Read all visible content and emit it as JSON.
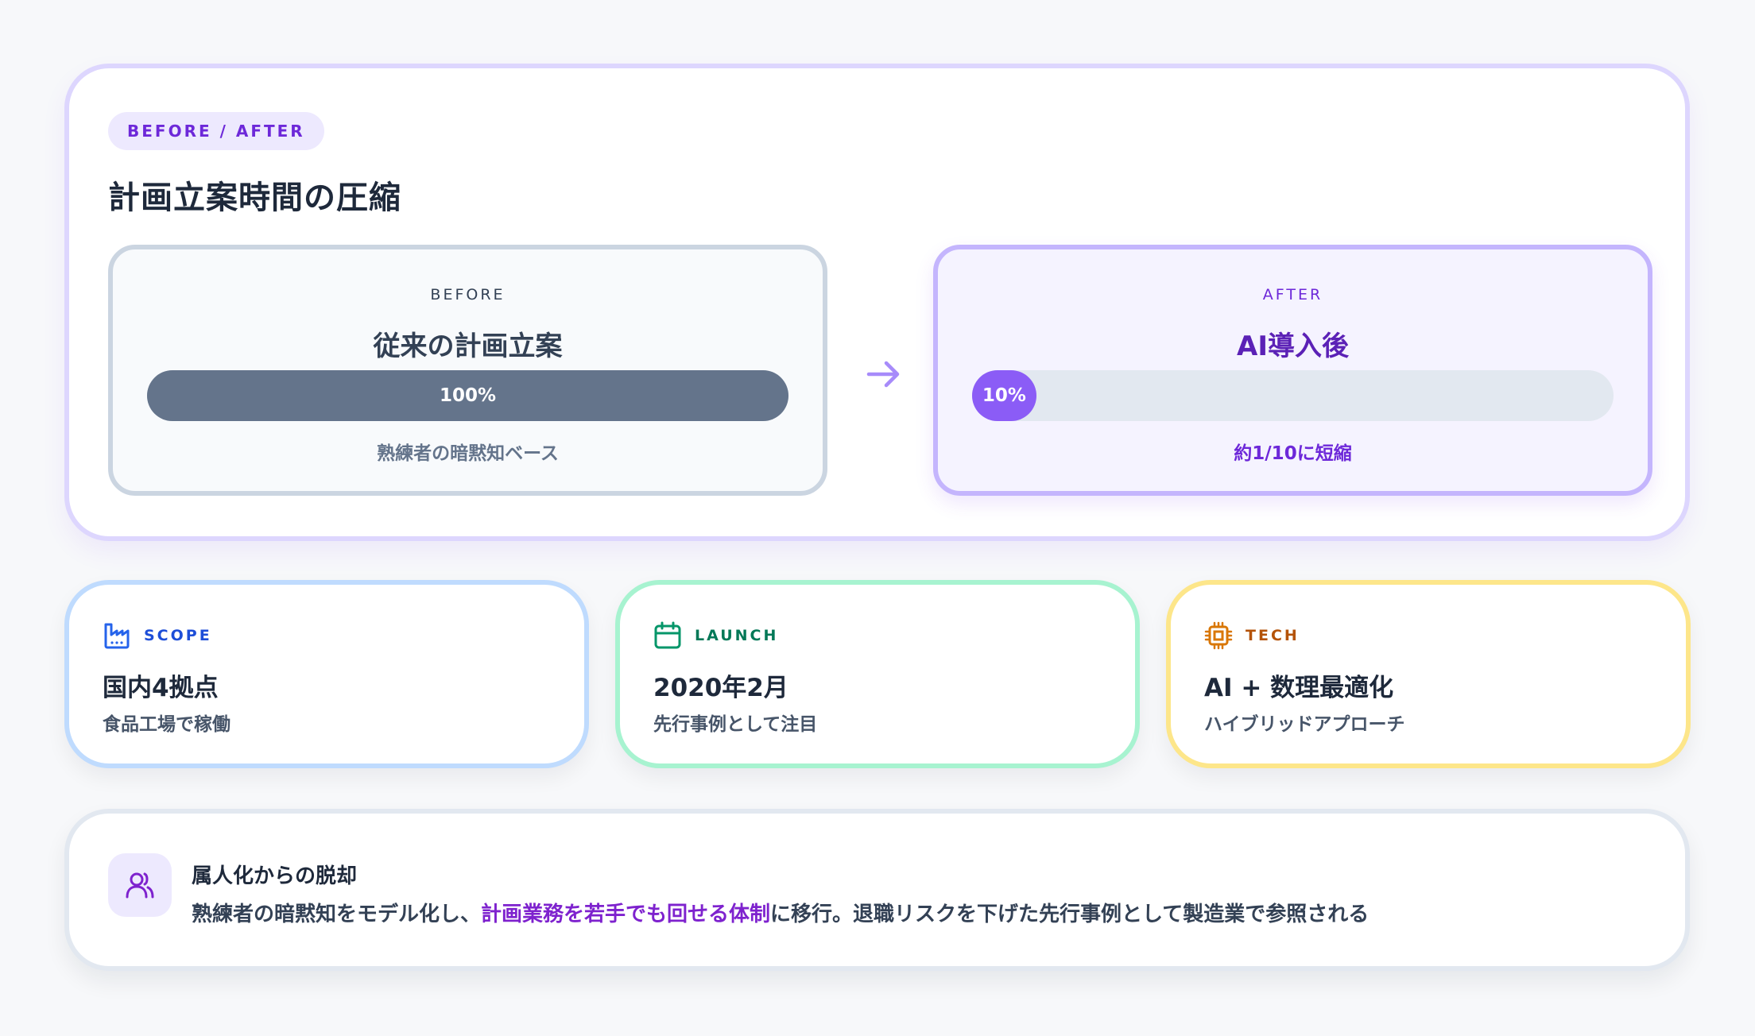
{
  "hero": {
    "badge": "BEFORE / AFTER",
    "title": "計画立案時間の圧縮",
    "before": {
      "label": "BEFORE",
      "title": "従来の計画立案",
      "percent_label": "100%",
      "percent": 100,
      "note": "熟練者の暗黙知ベース",
      "color": "#64748b"
    },
    "arrow_icon": "arrow-right-icon",
    "after": {
      "label": "AFTER",
      "title": "AI導入後",
      "percent_label": "10%",
      "percent": 10,
      "note": "約1/10に短縮",
      "color": "#8b5cf6"
    }
  },
  "stats": [
    {
      "icon": "factory-icon",
      "label": "SCOPE",
      "value": "国内4拠点",
      "sub": "食品工場で稼働",
      "color": "#1d4ed8"
    },
    {
      "icon": "calendar-icon",
      "label": "LAUNCH",
      "value": "2020年2月",
      "sub": "先行事例として注目",
      "color": "#047857"
    },
    {
      "icon": "cpu-chip-icon",
      "label": "TECH",
      "value": "AI + 数理最適化",
      "sub": "ハイブリッドアプローチ",
      "color": "#b45309"
    }
  ],
  "insight": {
    "icon": "users-icon",
    "title": "属人化からの脱却",
    "body_prefix": "熟練者の暗黙知をモデル化し、",
    "body_highlight": "計画業務を若手でも回せる体制",
    "body_suffix": "に移行。退職リスクを下げた先行事例として製造業で参照される",
    "highlight_color": "#7e22ce"
  }
}
